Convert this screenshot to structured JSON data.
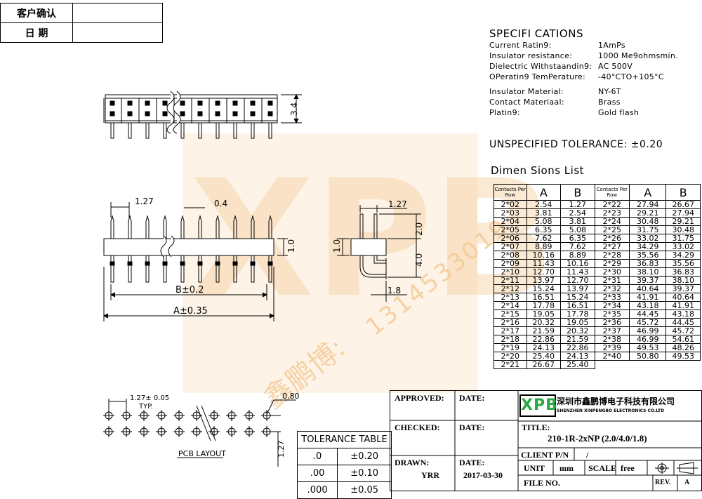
{
  "customer_box": {
    "confirm_label": "客户确认",
    "date_label": "日  期"
  },
  "specs": {
    "title": "SPECIFI CATIONS",
    "rows": [
      {
        "label": "Current Ratin9:",
        "value": "1AmPs"
      },
      {
        "label": "Insulator resistance:",
        "value": "1000 Me9ohmsmin."
      },
      {
        "label": "Dielectric Withstaandin9:",
        "value": "AC 500V"
      },
      {
        "label": "OPeratin9 TemPerature:",
        "value": "-40°CTO+105°C"
      },
      {
        "label": "Insulator Material:",
        "value": "NY-6T"
      },
      {
        "label": "Contact Materiaal:",
        "value": "Brass"
      },
      {
        "label": "Platin9:",
        "value": "Gold flash"
      }
    ],
    "tolerance_note": "UNSPECIFIED TOLERANCE: ±0.20"
  },
  "dim_list": {
    "title": "Dimen Sions List",
    "headers": {
      "contacts": "Contacts Per Row",
      "a": "A",
      "b": "B"
    },
    "left": [
      [
        "2*02",
        "2.54",
        "1.27"
      ],
      [
        "2*03",
        "3.81",
        "2.54"
      ],
      [
        "2*04",
        "5.08",
        "3.81"
      ],
      [
        "2*05",
        "6.35",
        "5.08"
      ],
      [
        "2*06",
        "7.62",
        "6.35"
      ],
      [
        "2*07",
        "8.89",
        "7.62"
      ],
      [
        "2*08",
        "10.16",
        "8.89"
      ],
      [
        "2*09",
        "11.43",
        "10.16"
      ],
      [
        "2*10",
        "12.70",
        "11.43"
      ],
      [
        "2*11",
        "13.97",
        "12.70"
      ],
      [
        "2*12",
        "15.24",
        "13.97"
      ],
      [
        "2*13",
        "16.51",
        "15.24"
      ],
      [
        "2*14",
        "17.78",
        "16.51"
      ],
      [
        "2*15",
        "19.05",
        "17.78"
      ],
      [
        "2*16",
        "20.32",
        "19.05"
      ],
      [
        "2*17",
        "21.59",
        "20.32"
      ],
      [
        "2*18",
        "22.86",
        "21.59"
      ],
      [
        "2*19",
        "24.13",
        "22.86"
      ],
      [
        "2*20",
        "25.40",
        "24.13"
      ],
      [
        "2*21",
        "26.67",
        "25.40"
      ]
    ],
    "right": [
      [
        "2*22",
        "27.94",
        "26.67"
      ],
      [
        "2*23",
        "29.21",
        "27.94"
      ],
      [
        "2*24",
        "30.48",
        "29.21"
      ],
      [
        "2*25",
        "31.75",
        "30.48"
      ],
      [
        "2*26",
        "33.02",
        "31.75"
      ],
      [
        "2*27",
        "34.29",
        "33.02"
      ],
      [
        "2*28",
        "35.56",
        "34.29"
      ],
      [
        "2*29",
        "36.83",
        "35.56"
      ],
      [
        "2*30",
        "38.10",
        "36.83"
      ],
      [
        "2*31",
        "39.37",
        "38.10"
      ],
      [
        "2*32",
        "40.64",
        "39.37"
      ],
      [
        "2*33",
        "41.91",
        "40.64"
      ],
      [
        "2*34",
        "43.18",
        "41.91"
      ],
      [
        "2*35",
        "44.45",
        "43.18"
      ],
      [
        "2*36",
        "45.72",
        "44.45"
      ],
      [
        "2*37",
        "46.99",
        "45.72"
      ],
      [
        "2*38",
        "46.99",
        "54.61"
      ],
      [
        "2*39",
        "49.53",
        "48.26"
      ],
      [
        "2*40",
        "50.80",
        "49.53"
      ]
    ]
  },
  "drawing": {
    "top_height": "3.4",
    "pitch_front": "1.27",
    "pin_width": "0.4",
    "body_height": "1.0",
    "dim_b": "B±0.2",
    "dim_a": "A±0.35",
    "side_pitch": "1.27",
    "side_top": "2.0",
    "side_body": "1.0",
    "side_bottom": "4.0",
    "side_foot": "1.8",
    "pcb_pitch": "1.27± 0.05",
    "pcb_typ": "TYP.",
    "pcb_hole": "0.80",
    "pcb_row": "1.27",
    "pcb_label": "PCB LAYOUT"
  },
  "tolerance_table": {
    "title": "TOLERANCE TABLE",
    "rows": [
      [
        ".0",
        "±0.20"
      ],
      [
        ".00",
        "±0.10"
      ],
      [
        ".000",
        "±0.05"
      ]
    ]
  },
  "title_block": {
    "approved_label": "APPROVED:",
    "date_label": "DATE:",
    "checked_label": "CHECKED:",
    "drawn_label": "DRAWN:",
    "drawn_by": "YRR",
    "drawn_date": "2017-03-30",
    "logo_text": "XPB",
    "company_cn": "深圳市鑫鹏博电子科技有限公司",
    "company_en": "SHENZHEN XINPENGBO ELECTRONICS CO.LTD",
    "title_label": "TITLE:",
    "title_value": "210-1R-2xNP (2.0/4.0/1.8)",
    "client_label": "CLIENT P/N",
    "client_value": "/",
    "unit_label": "UNIT",
    "unit_value": "mm",
    "scale_label": "SCALE",
    "scale_value": "free",
    "file_label": "FILE NO.",
    "rev_label": "REV.",
    "rev_value": "A"
  },
  "watermark": {
    "logo": "XPB",
    "cn": "鑫鹏博:",
    "phone": "1314533019"
  }
}
